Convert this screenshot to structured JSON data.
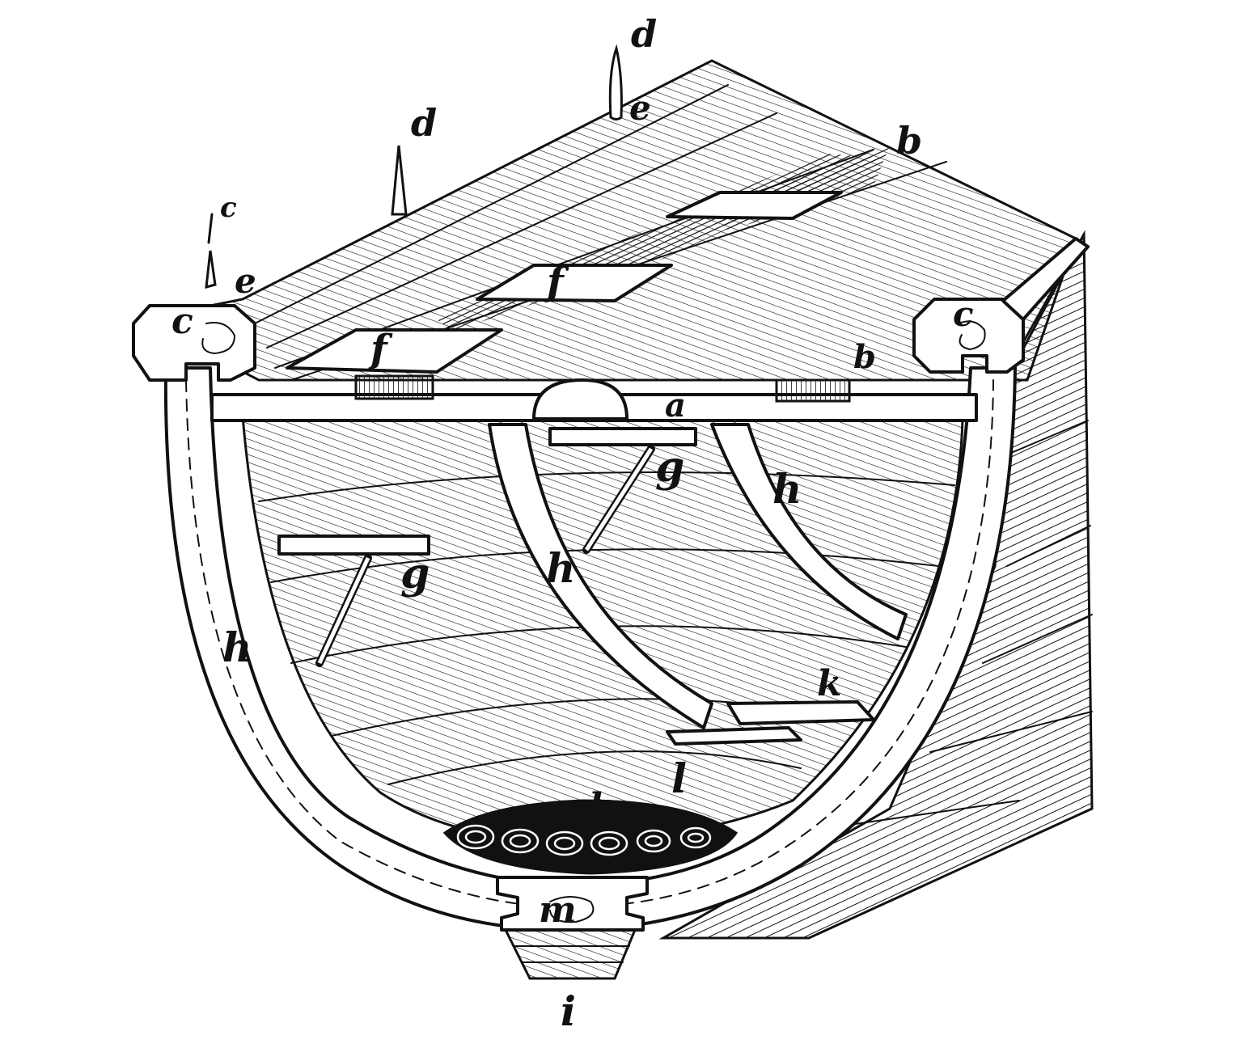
{
  "diagram": {
    "labels": {
      "a": "a",
      "b1": "b",
      "b2": "b",
      "c1": "c",
      "c2": "c",
      "c3": "c",
      "d1": "d",
      "d2": "d",
      "e1": "e",
      "e2": "e",
      "f1": "f",
      "f2": "f",
      "g1": "g",
      "g2": "g",
      "h1": "h",
      "h2": "h",
      "h3": "h",
      "i": "i",
      "k1": "k",
      "k2": "k",
      "l": "l",
      "m": "m"
    },
    "colors": {
      "ink": "#111111",
      "paper": "#ffffff"
    }
  }
}
